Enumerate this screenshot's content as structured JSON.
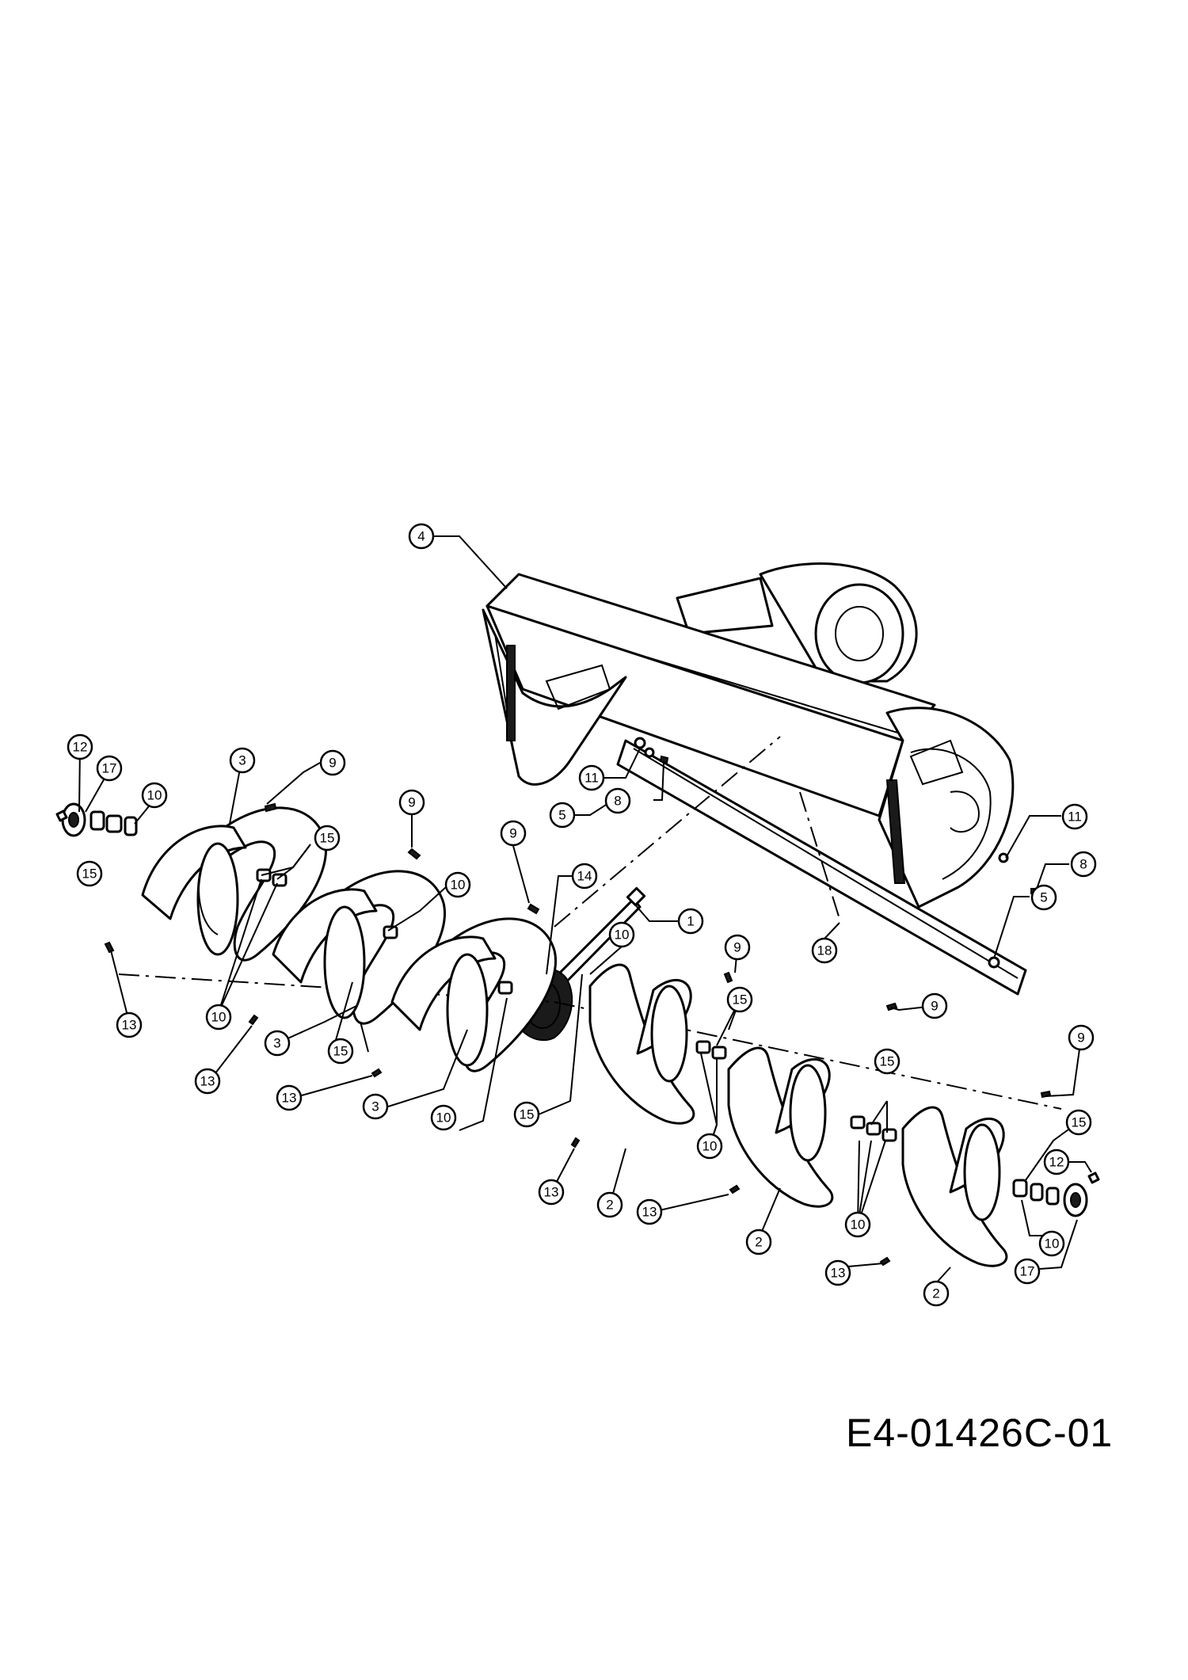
{
  "drawing_code": "E4-01426C-01",
  "callouts": [
    {
      "id": "c-4",
      "label": "4"
    },
    {
      "id": "c-11a",
      "label": "11"
    },
    {
      "id": "c-8a",
      "label": "8"
    },
    {
      "id": "c-5a",
      "label": "5"
    },
    {
      "id": "c-11b",
      "label": "11"
    },
    {
      "id": "c-8b",
      "label": "8"
    },
    {
      "id": "c-5b",
      "label": "5"
    },
    {
      "id": "c-18",
      "label": "18"
    },
    {
      "id": "c-1",
      "label": "1"
    },
    {
      "id": "c-14",
      "label": "14"
    },
    {
      "id": "c-12a",
      "label": "12"
    },
    {
      "id": "c-17a",
      "label": "17"
    },
    {
      "id": "c-10a",
      "label": "10"
    },
    {
      "id": "c-3a",
      "label": "3"
    },
    {
      "id": "c-9a",
      "label": "9"
    },
    {
      "id": "c-9b",
      "label": "9"
    },
    {
      "id": "c-9c",
      "label": "9"
    },
    {
      "id": "c-15a",
      "label": "15"
    },
    {
      "id": "c-15b",
      "label": "15"
    },
    {
      "id": "c-10b",
      "label": "10"
    },
    {
      "id": "c-10c",
      "label": "10"
    },
    {
      "id": "c-13a",
      "label": "13"
    },
    {
      "id": "c-3b",
      "label": "3"
    },
    {
      "id": "c-15c",
      "label": "15"
    },
    {
      "id": "c-13b",
      "label": "13"
    },
    {
      "id": "c-13c",
      "label": "13"
    },
    {
      "id": "c-3c",
      "label": "3"
    },
    {
      "id": "c-10d",
      "label": "10"
    },
    {
      "id": "c-10e",
      "label": "10"
    },
    {
      "id": "c-15d",
      "label": "15"
    },
    {
      "id": "c-9d",
      "label": "9"
    },
    {
      "id": "c-15e",
      "label": "15"
    },
    {
      "id": "c-10f",
      "label": "10"
    },
    {
      "id": "c-13d",
      "label": "13"
    },
    {
      "id": "c-2a",
      "label": "2"
    },
    {
      "id": "c-9e",
      "label": "9"
    },
    {
      "id": "c-15f",
      "label": "15"
    },
    {
      "id": "c-13e",
      "label": "13"
    },
    {
      "id": "c-2b",
      "label": "2"
    },
    {
      "id": "c-10g",
      "label": "10"
    },
    {
      "id": "c-9f",
      "label": "9"
    },
    {
      "id": "c-15g",
      "label": "15"
    },
    {
      "id": "c-12b",
      "label": "12"
    },
    {
      "id": "c-10h",
      "label": "10"
    },
    {
      "id": "c-17b",
      "label": "17"
    },
    {
      "id": "c-13f",
      "label": "13"
    },
    {
      "id": "c-2c",
      "label": "2"
    }
  ]
}
